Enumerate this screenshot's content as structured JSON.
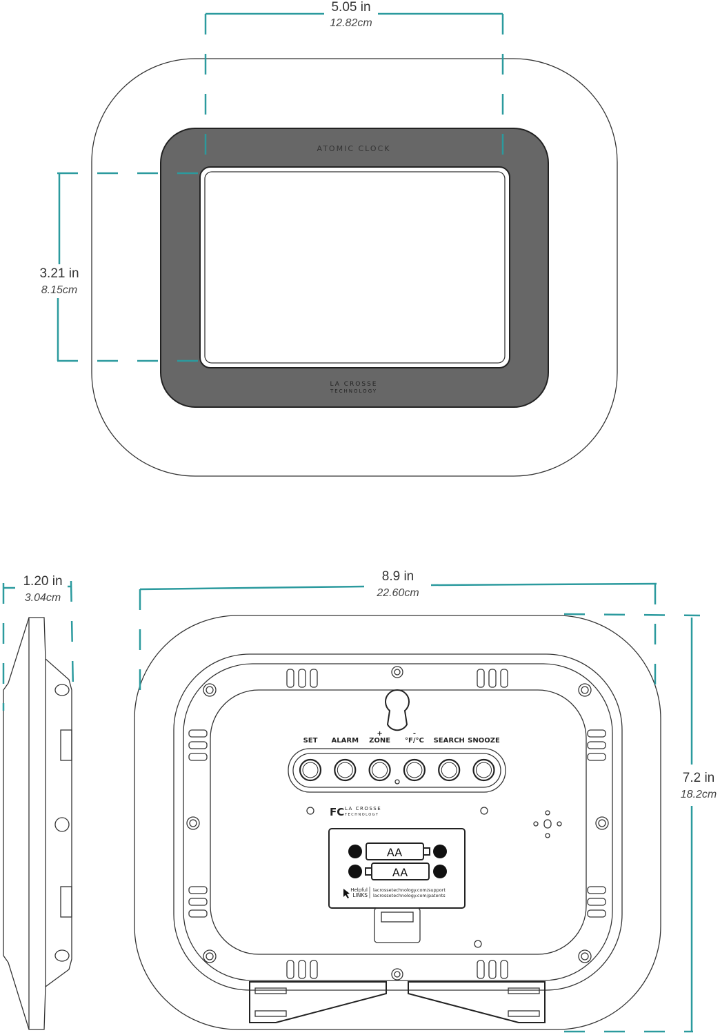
{
  "dimensions": {
    "display_width": {
      "imperial": "5.05 in",
      "metric": "12.82cm"
    },
    "display_height": {
      "imperial": "3.21 in",
      "metric": "8.15cm"
    },
    "depth": {
      "imperial": "1.20 in",
      "metric": "3.04cm"
    },
    "overall_width": {
      "imperial": "8.9 in",
      "metric": "22.60cm"
    },
    "overall_height": {
      "imperial": "7.2 in",
      "metric": "18.2cm"
    }
  },
  "front": {
    "title": "ATOMIC CLOCK",
    "brand": "LA CROSSE",
    "brand_sub": "TECHNOLOGY"
  },
  "back": {
    "buttons": [
      {
        "label": "SET",
        "mark": ""
      },
      {
        "label": "ALARM",
        "mark": ""
      },
      {
        "label": "ZONE",
        "mark": "+"
      },
      {
        "label": "°F/°C",
        "mark": "-"
      },
      {
        "label": "SEARCH",
        "mark": ""
      },
      {
        "label": "SNOOZE",
        "mark": ""
      }
    ],
    "fcc": "FC",
    "brand": "LA CROSSE",
    "brand_sub": "TECHNOLOGY",
    "batteries": [
      "AA",
      "AA"
    ],
    "helpful": "Helpful",
    "links_label": "LINKS",
    "links": [
      "lacrossetechnology.com/support",
      "lacrossetechnology.com/patents"
    ]
  },
  "colors": {
    "dimension": "#2b9a9e",
    "bezel": "#676767"
  }
}
